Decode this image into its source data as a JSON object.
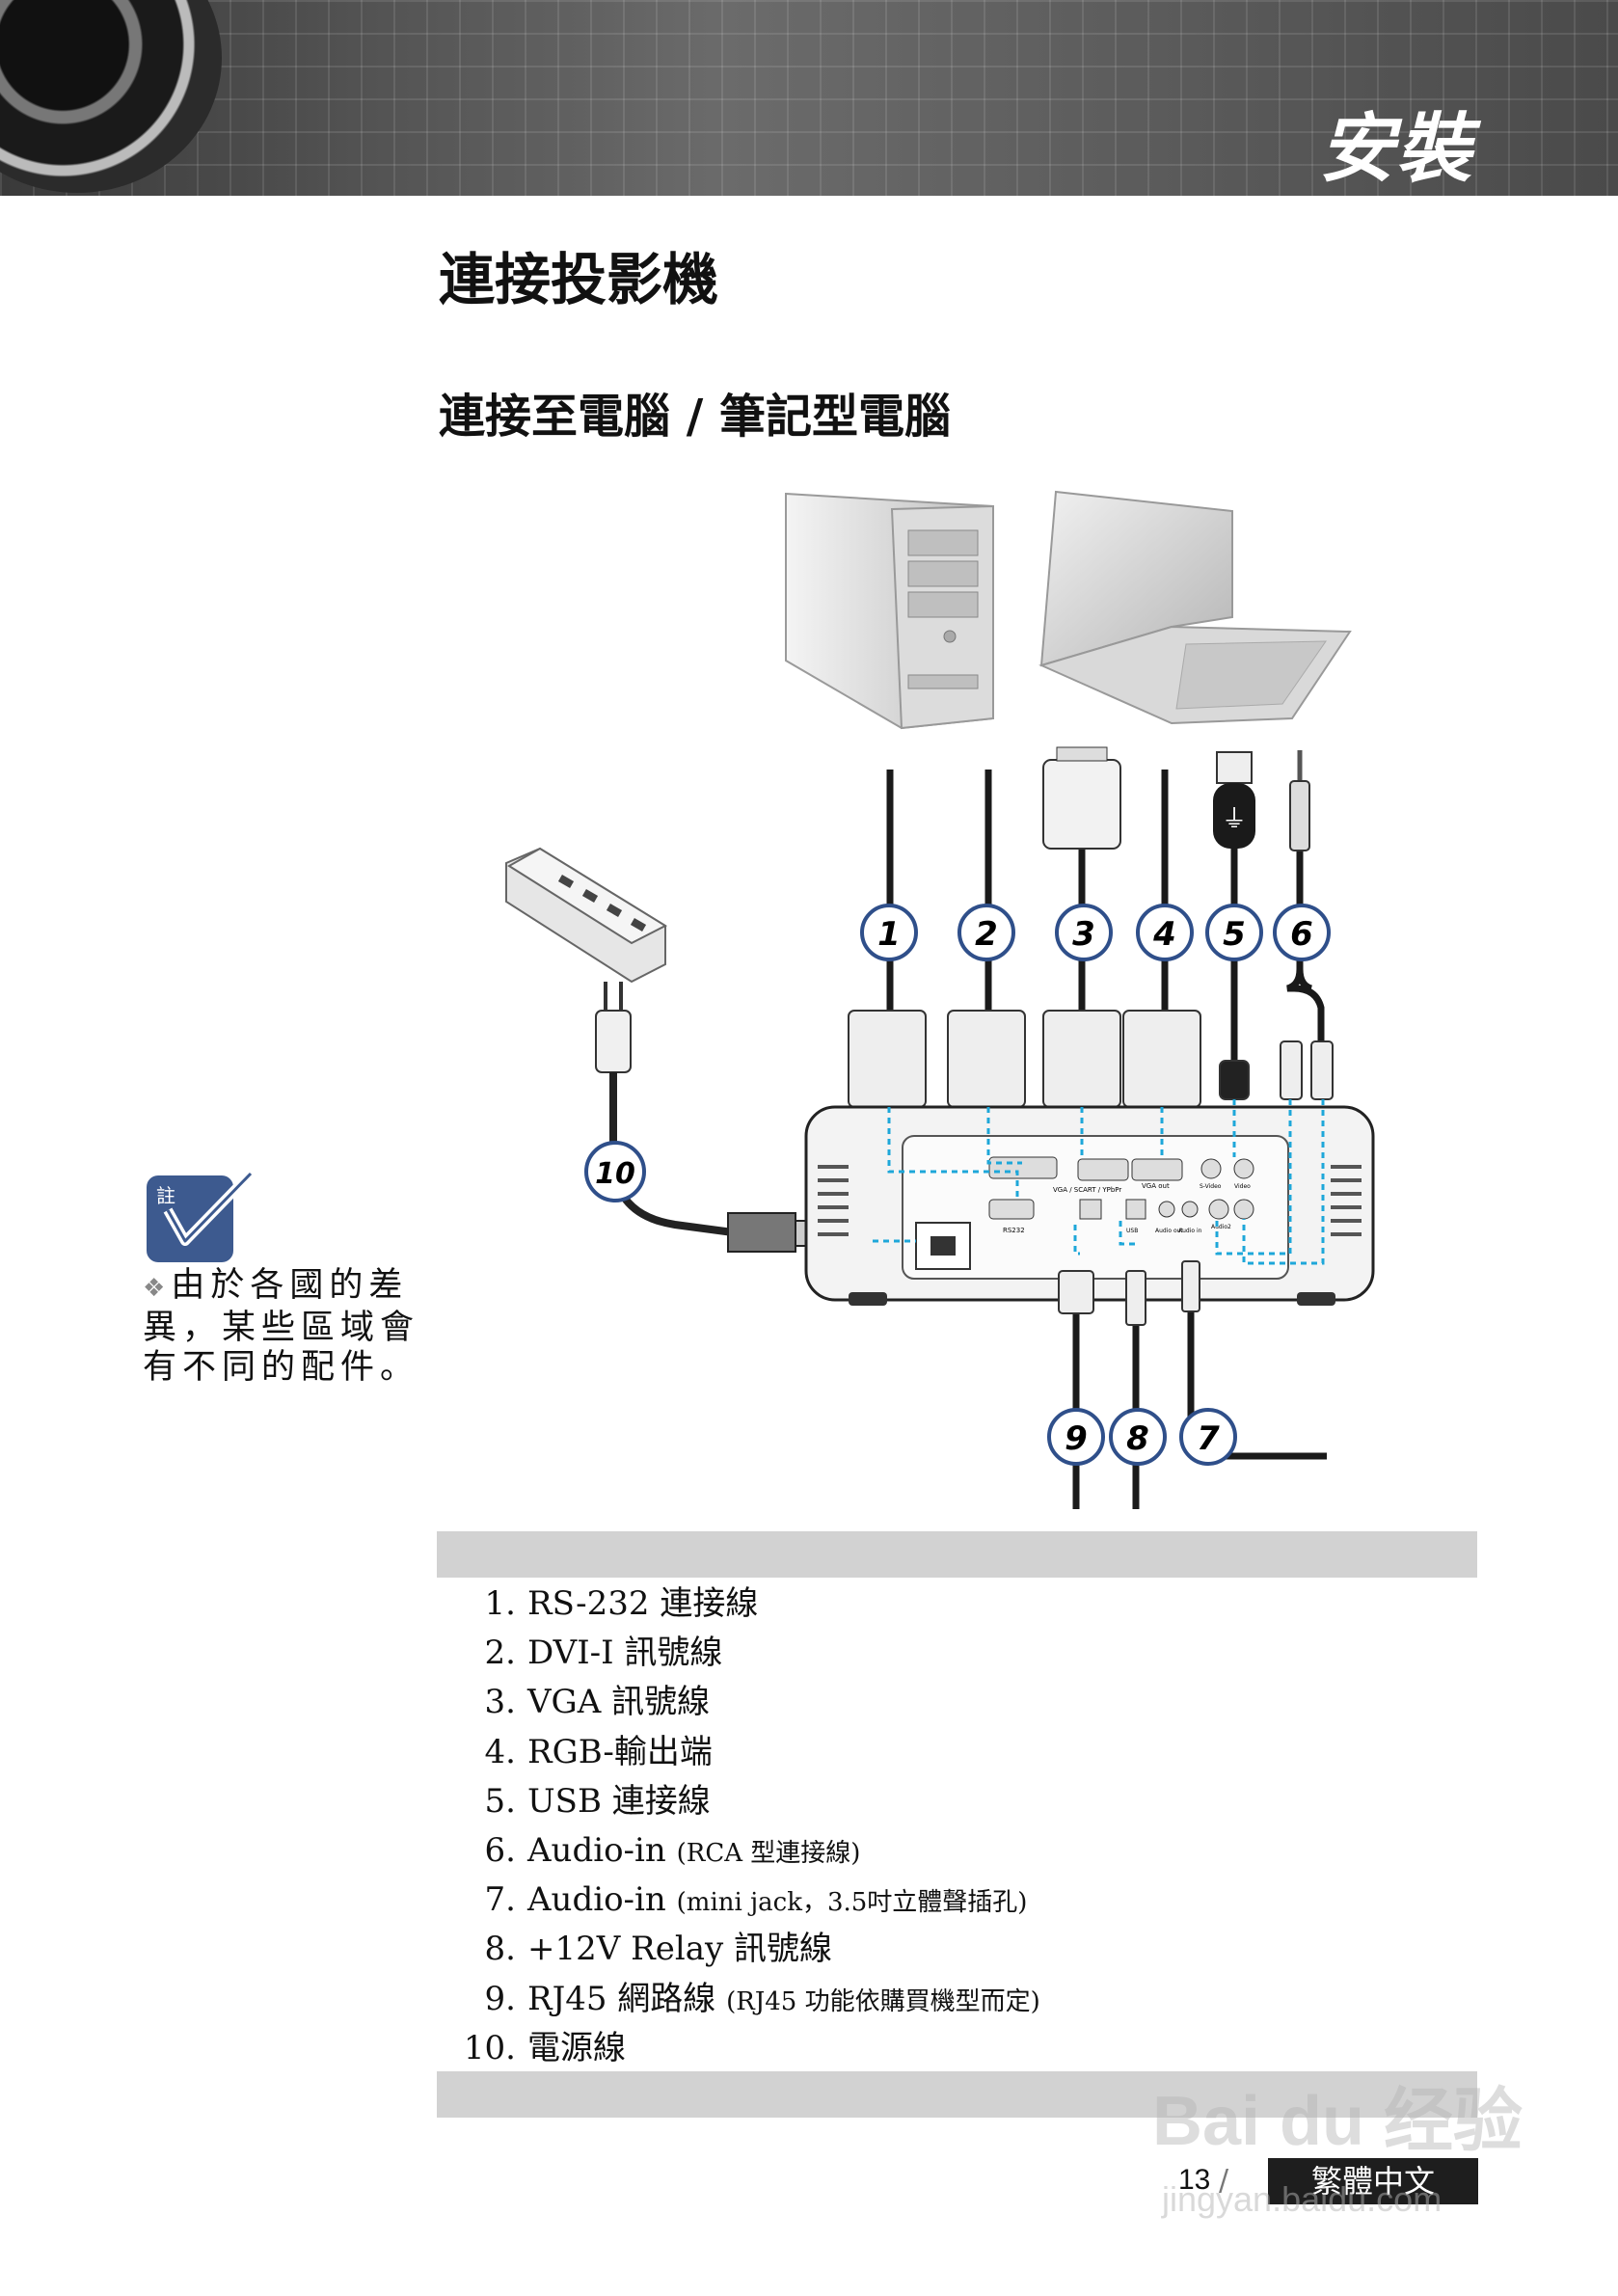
{
  "header": {
    "section_title": "安裝"
  },
  "page_title": "連接投影機",
  "subtitle": "連接至電腦 / 筆記型電腦",
  "diagram": {
    "callouts": [
      "1",
      "2",
      "3",
      "4",
      "5",
      "6",
      "7",
      "8",
      "9",
      "10"
    ],
    "port_labels": {
      "rs232": "RS232",
      "vga": "VGA / SCART / YPbPr",
      "vga_out": "VGA out",
      "s_video": "S-Video",
      "video": "Video",
      "usb": "USB",
      "audio_out": "Audio out",
      "audio_in": "Audio in",
      "audio2": "Audio2"
    }
  },
  "note": {
    "icon_label": "註",
    "text": "由於各國的差異，某些區域會有不同的配件。"
  },
  "items": [
    {
      "num": "1.",
      "text": "RS-232 連接線",
      "sub": ""
    },
    {
      "num": "2.",
      "text": "DVI-I 訊號線",
      "sub": ""
    },
    {
      "num": "3.",
      "text": "VGA 訊號線",
      "sub": ""
    },
    {
      "num": "4.",
      "text": "RGB-輸出端",
      "sub": ""
    },
    {
      "num": "5.",
      "text": "USB 連接線",
      "sub": ""
    },
    {
      "num": "6.",
      "text": "Audio-in ",
      "sub": "(RCA 型連接線)"
    },
    {
      "num": "7.",
      "text": "Audio-in ",
      "sub": "(mini jack，3.5吋立體聲插孔)"
    },
    {
      "num": "8.",
      "text": "+12V Relay 訊號線",
      "sub": ""
    },
    {
      "num": "9.",
      "text": "RJ45 網路線 ",
      "sub": "(RJ45 功能依購買機型而定)"
    },
    {
      "num": "10.",
      "text": "電源線",
      "sub": ""
    }
  ],
  "footer": {
    "page_number": "13",
    "language": "繁體中文"
  },
  "watermark": {
    "brand": "Bai du 经验",
    "url": "jingyan.baidu.com"
  }
}
